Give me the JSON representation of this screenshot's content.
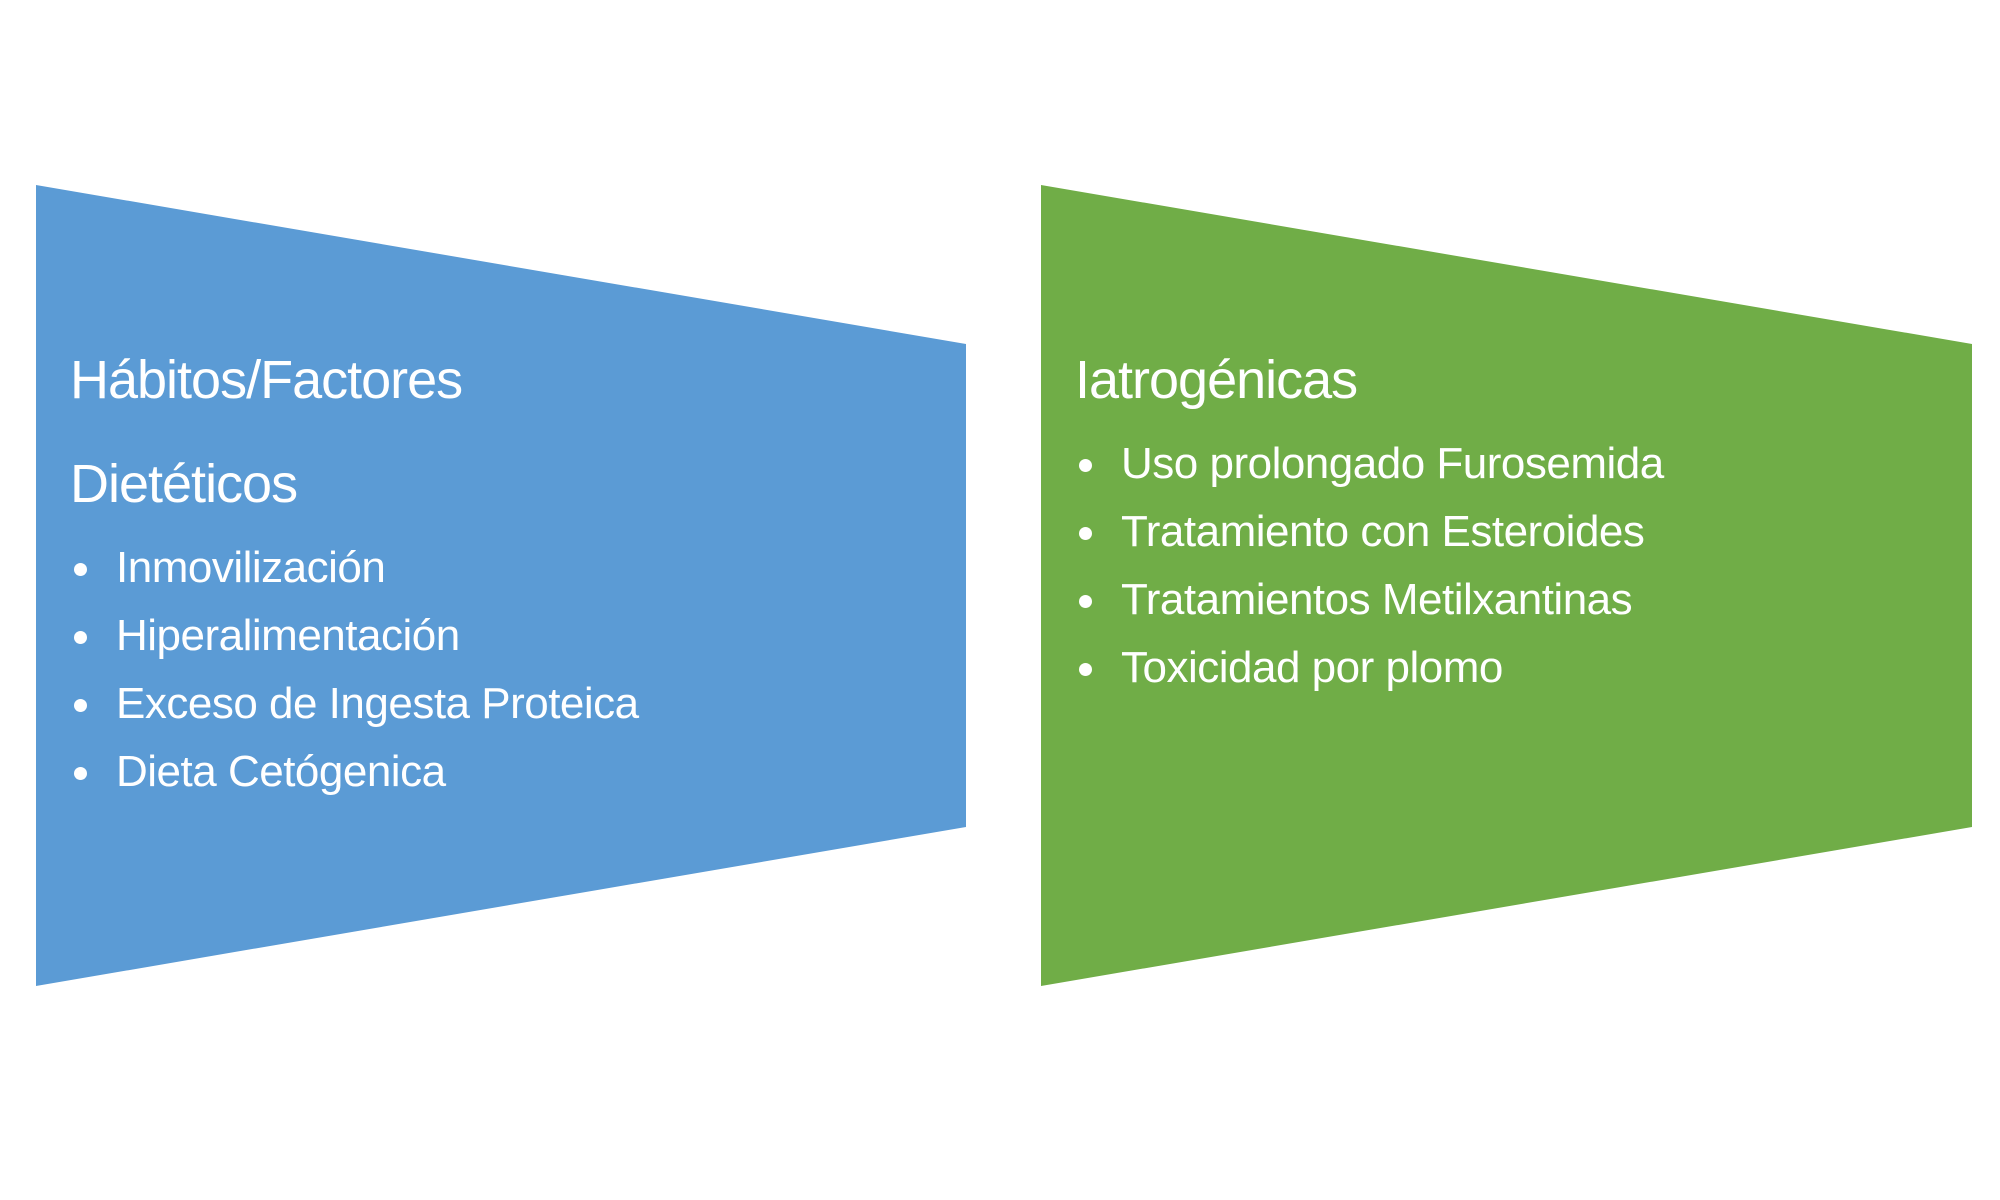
{
  "colors": {
    "left_panel": "#5B9BD5",
    "right_panel": "#70AD47",
    "text": "#FFFFFF"
  },
  "left": {
    "title_line1": "Hábitos/Factores",
    "title_line2": "Dietéticos",
    "items": [
      "Inmovilización",
      "Hiperalimentación",
      "Exceso de Ingesta Proteica",
      "Dieta Cetógenica"
    ]
  },
  "right": {
    "title": "Iatrogénicas",
    "items": [
      "Uso prolongado Furosemida",
      "Tratamiento con Esteroides",
      "Tratamientos Metilxantinas",
      "Toxicidad por plomo"
    ]
  }
}
